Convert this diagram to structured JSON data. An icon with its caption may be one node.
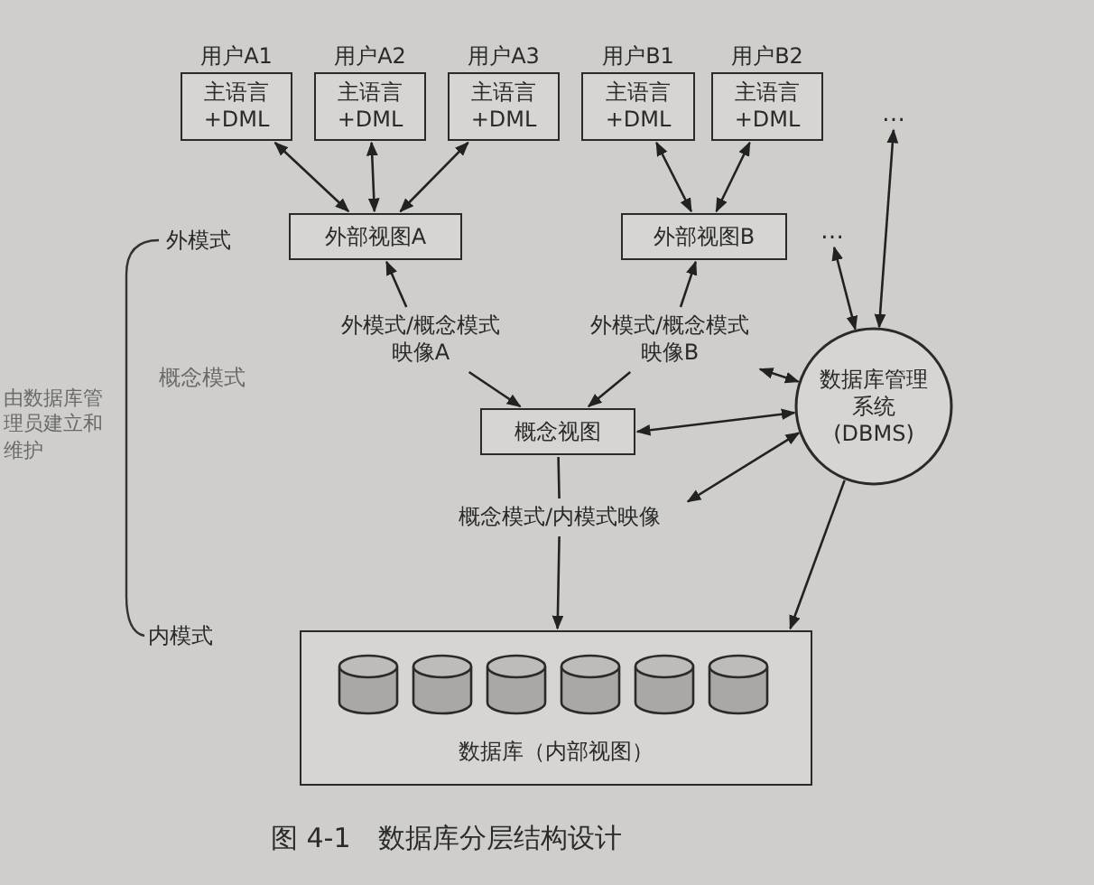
{
  "diagram": {
    "caption": "图 4-1　数据库分层结构设计",
    "nodes": [
      {
        "text": [
          "用户A1",
          "主语言 +DML"
        ]
      },
      {
        "text": [
          "用户A2",
          "主语言 +DML"
        ]
      },
      {
        "text": [
          "用户A3",
          "主语言 +DML"
        ]
      },
      {
        "text": [
          "用户B1",
          "主语言 +DML"
        ]
      },
      {
        "text": [
          "用户B2",
          "主语言 +DML"
        ]
      },
      {
        "text": [
          "外部视图A"
        ]
      },
      {
        "text": [
          "外部视图B"
        ]
      },
      {
        "text": [
          "…"
        ]
      },
      {
        "text": [
          "…"
        ]
      },
      {
        "text": [
          "外模式/概念模式映像A"
        ]
      },
      {
        "text": [
          "外模式/概念模式映像B"
        ]
      },
      {
        "text": [
          "概念视图"
        ]
      },
      {
        "text": [
          "数据库管理系统(DBMS)"
        ]
      },
      {
        "text": [
          "概念模式/内模式映像"
        ]
      },
      {
        "text": [
          "数据库（内部视图）"
        ]
      }
    ],
    "edges": [
      {
        "from": 0,
        "to": 5,
        "arrow": "both"
      },
      {
        "from": 1,
        "to": 5,
        "arrow": "both"
      },
      {
        "from": 2,
        "to": 5,
        "arrow": "both"
      },
      {
        "from": 3,
        "to": 6,
        "arrow": "both"
      },
      {
        "from": 4,
        "to": 6,
        "arrow": "both"
      },
      {
        "from": 9,
        "to": 5,
        "arrow": "to"
      },
      {
        "from": 10,
        "to": 6,
        "arrow": "to"
      },
      {
        "from": 12,
        "to": 7,
        "arrow": "both"
      },
      {
        "from": 12,
        "to": 8,
        "arrow": "both"
      },
      {
        "from": 9,
        "to": 11,
        "arrow": "to"
      },
      {
        "from": 10,
        "to": 11,
        "arrow": "to"
      },
      {
        "from": 10,
        "to": 12,
        "arrow": "both"
      },
      {
        "from": 11,
        "to": 12,
        "arrow": "both"
      },
      {
        "from": 11,
        "to": 13,
        "arrow": "none"
      },
      {
        "from": 13,
        "to": 12,
        "arrow": "both"
      },
      {
        "from": 13,
        "to": 14,
        "arrow": "to"
      },
      {
        "from": 12,
        "to": 14,
        "arrow": "to"
      }
    ],
    "labels": [
      "外模式",
      "概念模式",
      "由数据库管理员建立和维护",
      "内模式"
    ]
  }
}
